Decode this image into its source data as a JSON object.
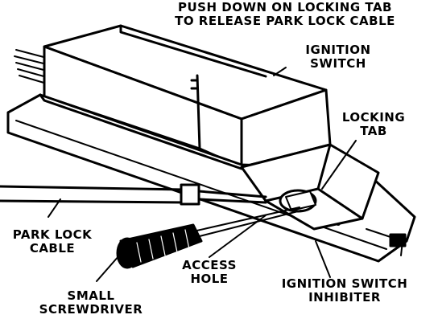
{
  "figure": {
    "title_line1": "PUSH DOWN ON LOCKING TAB",
    "title_line2": "TO RELEASE PARK LOCK CABLE"
  },
  "labels": {
    "ignition_switch_line1": "IGNITION",
    "ignition_switch_line2": "SWITCH",
    "locking_tab_line1": "LOCKING",
    "locking_tab_line2": "TAB",
    "park_lock_cable_line1": "PARK LOCK",
    "park_lock_cable_line2": "CABLE",
    "access_hole_line1": "ACCESS",
    "access_hole_line2": "HOLE",
    "small_screwdriver_line1": "SMALL",
    "small_screwdriver_line2": "SCREWDRIVER",
    "inhibiter_line1": "IGNITION SWITCH",
    "inhibiter_line2": "INHIBITER"
  },
  "colors": {
    "ink": "#000000",
    "paper": "#ffffff"
  }
}
